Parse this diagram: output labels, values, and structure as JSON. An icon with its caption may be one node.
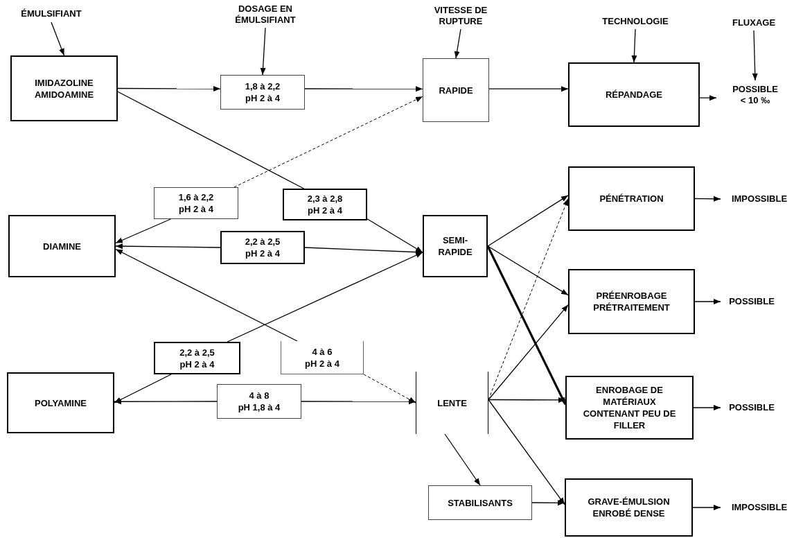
{
  "diagram": {
    "nodes": [
      {
        "text": [
          "ÉMULSIFIANT"
        ]
      },
      {
        "text": [
          "DOSAGE EN ÉMULSIFIANT"
        ]
      },
      {
        "text": [
          "VITESSE DE RUPTURE"
        ]
      },
      {
        "text": [
          "TECHNOLOGIE"
        ]
      },
      {
        "text": [
          "FLUXAGE"
        ]
      },
      {
        "text": [
          "IMIDAZOLINE AMIDOAMINE"
        ]
      },
      {
        "text": [
          "1,8 à 2,2",
          "pH 2 à 4"
        ]
      },
      {
        "text": [
          "RAPIDE"
        ]
      },
      {
        "text": [
          "RÉPANDAGE"
        ]
      },
      {
        "text": [
          "POSSIBLE",
          "< 10 ‰"
        ]
      },
      {
        "text": [
          "1,6 à 2,2",
          "pH 2 à 4"
        ]
      },
      {
        "text": [
          "2,3 à 2,8",
          "pH 2 à 4"
        ]
      },
      {
        "text": [
          "PÉNÉTRATION"
        ]
      },
      {
        "text": [
          "IMPOSSIBLE"
        ]
      },
      {
        "text": [
          "DIAMINE"
        ]
      },
      {
        "text": [
          "2,2 à 2,5",
          "pH 2 à 4"
        ]
      },
      {
        "text": [
          "SEMI-RAPIDE"
        ]
      },
      {
        "text": [
          "PRÉENROBAGE PRÉTRAITEMENT"
        ]
      },
      {
        "text": [
          "POSSIBLE"
        ]
      },
      {
        "text": [
          "2,2 à 2,5",
          "pH 2 à 4"
        ]
      },
      {
        "text": [
          "4 à 6",
          "pH 2 à 4"
        ]
      },
      {
        "text": [
          "POLYAMINE"
        ]
      },
      {
        "text": [
          "4 à 8",
          "pH 1,8 à 4"
        ]
      },
      {
        "text": [
          "LENTE"
        ]
      },
      {
        "text": [
          "ENROBAGE DE MATÉRIAUX CONTENANT PEU DE FILLER"
        ]
      },
      {
        "text": [
          "POSSIBLE"
        ]
      },
      {
        "text": [
          "STABILISANTS"
        ]
      },
      {
        "text": [
          "GRAVE-ÉMULSION ENROBÉ DENSE"
        ]
      },
      {
        "text": [
          "IMPOSSIBLE"
        ]
      }
    ],
    "edges": [
      {
        "from": 0,
        "to": 5,
        "arrow": "to"
      },
      {
        "from": 1,
        "to": 6,
        "arrow": "to"
      },
      {
        "from": 2,
        "to": 7,
        "arrow": "to"
      },
      {
        "from": 3,
        "to": 8,
        "arrow": "to"
      },
      {
        "from": 4,
        "to": 9,
        "arrow": "to"
      },
      {
        "from": 5,
        "to": 6,
        "arrow": "to"
      },
      {
        "from": 6,
        "to": 7,
        "arrow": "to"
      },
      {
        "from": 7,
        "to": 8,
        "arrow": "to"
      },
      {
        "from": 8,
        "to": 9,
        "arrow": "to"
      },
      {
        "from": 5,
        "to": 11,
        "arrow": "none"
      },
      {
        "from": 11,
        "to": 16,
        "arrow": "to"
      },
      {
        "from": 10,
        "to": 7,
        "arrow": "to",
        "style": "dashed"
      },
      {
        "from": 10,
        "to": 14,
        "arrow": "to"
      },
      {
        "from": 15,
        "to": 14,
        "arrow": "to"
      },
      {
        "from": 15,
        "to": 16,
        "arrow": "to"
      },
      {
        "from": 19,
        "to": 16,
        "arrow": "to"
      },
      {
        "from": 19,
        "to": 21,
        "arrow": "to"
      },
      {
        "from": 20,
        "to": 14,
        "arrow": "to"
      },
      {
        "from": 20,
        "to": 23,
        "arrow": "to",
        "style": "dashed"
      },
      {
        "from": 22,
        "to": 21,
        "arrow": "to"
      },
      {
        "from": 22,
        "to": 23,
        "arrow": "to"
      },
      {
        "from": 16,
        "to": 12,
        "arrow": "to"
      },
      {
        "from": 16,
        "to": 17,
        "arrow": "to"
      },
      {
        "from": 16,
        "to": 24,
        "arrow": "to",
        "style": "thick"
      },
      {
        "from": 23,
        "to": 12,
        "arrow": "to",
        "style": "dashed"
      },
      {
        "from": 23,
        "to": 17,
        "arrow": "to"
      },
      {
        "from": 23,
        "to": 24,
        "arrow": "to"
      },
      {
        "from": 23,
        "to": 27,
        "arrow": "to"
      },
      {
        "from": 23,
        "to": 26,
        "arrow": "to"
      },
      {
        "from": 26,
        "to": 27,
        "arrow": "to"
      },
      {
        "from": 12,
        "to": 13,
        "arrow": "to"
      },
      {
        "from": 17,
        "to": 18,
        "arrow": "to"
      },
      {
        "from": 24,
        "to": 25,
        "arrow": "to"
      },
      {
        "from": 27,
        "to": 28,
        "arrow": "to"
      }
    ]
  }
}
